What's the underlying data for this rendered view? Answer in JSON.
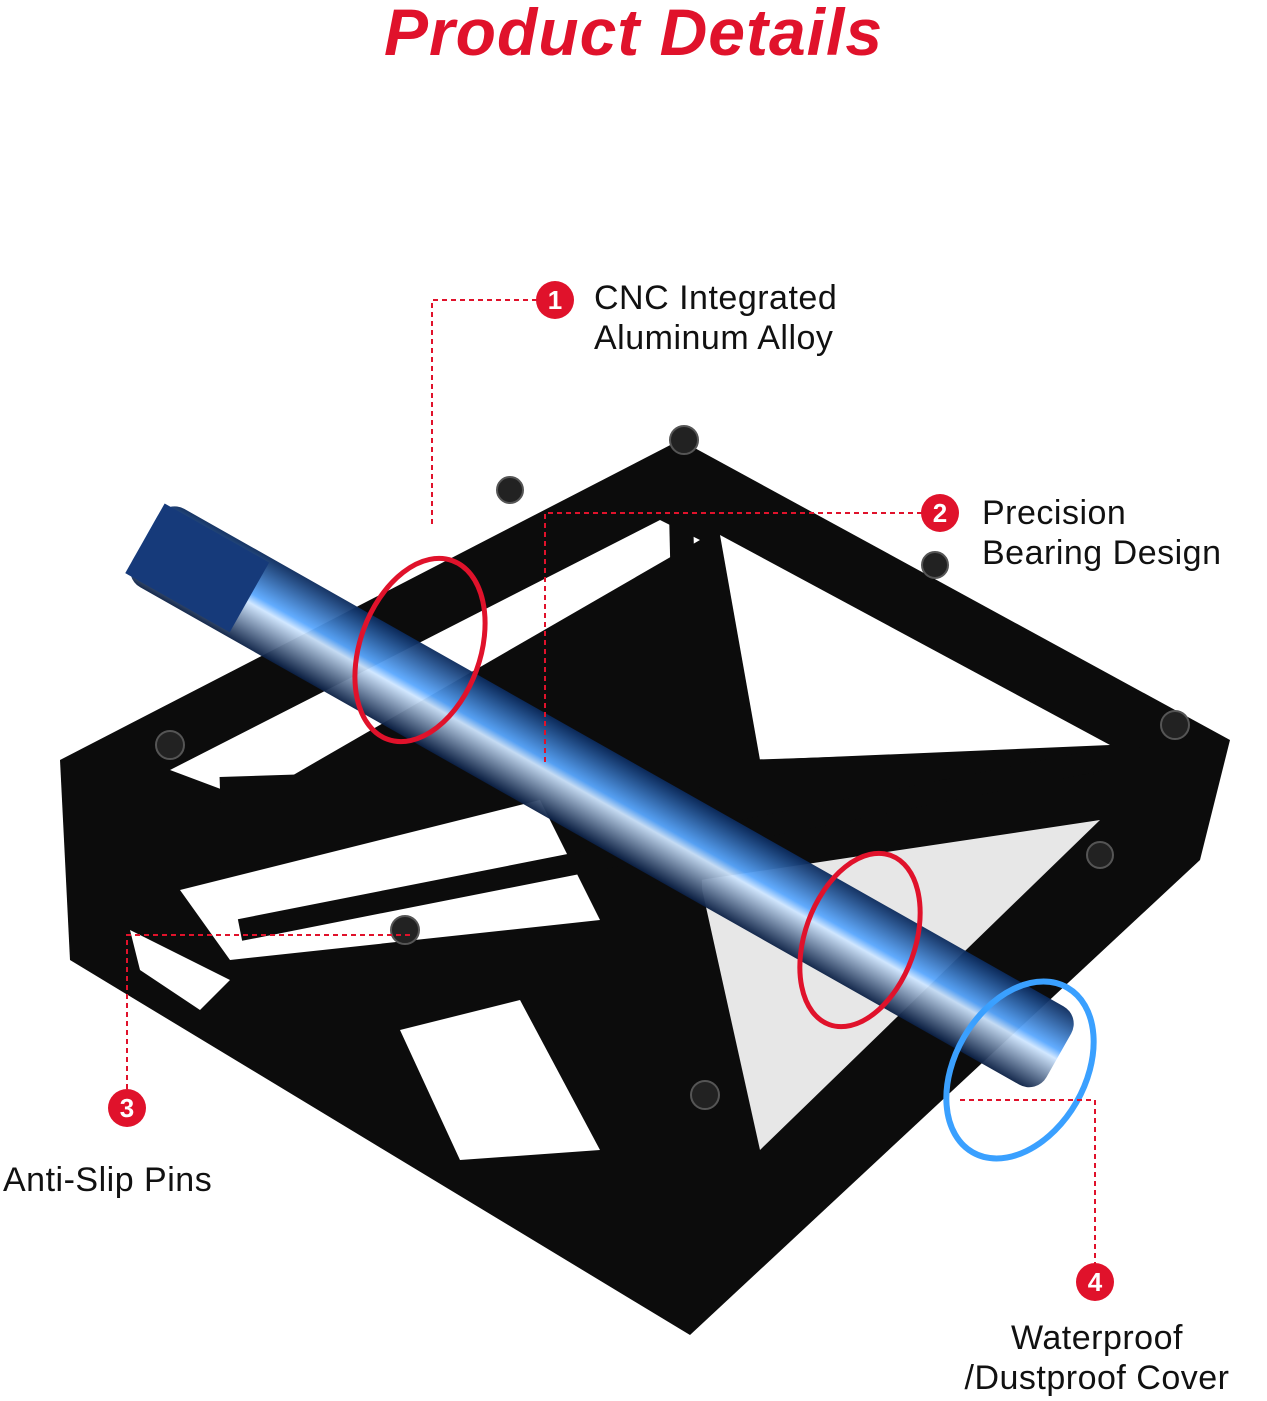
{
  "title": "Product Details",
  "callouts": [
    {
      "number": "1",
      "lines": [
        "CNC Integrated",
        "Aluminum Alloy"
      ]
    },
    {
      "number": "2",
      "lines": [
        "Precision",
        "Bearing Design"
      ]
    },
    {
      "number": "3",
      "lines": [
        "Anti-Slip Pins"
      ]
    },
    {
      "number": "4",
      "lines": [
        "Waterproof",
        "/Dustproof Cover"
      ]
    }
  ],
  "colors": {
    "accent": "#e0122b",
    "axle": "#1f5fbf",
    "frame": "#0c0c0c"
  }
}
